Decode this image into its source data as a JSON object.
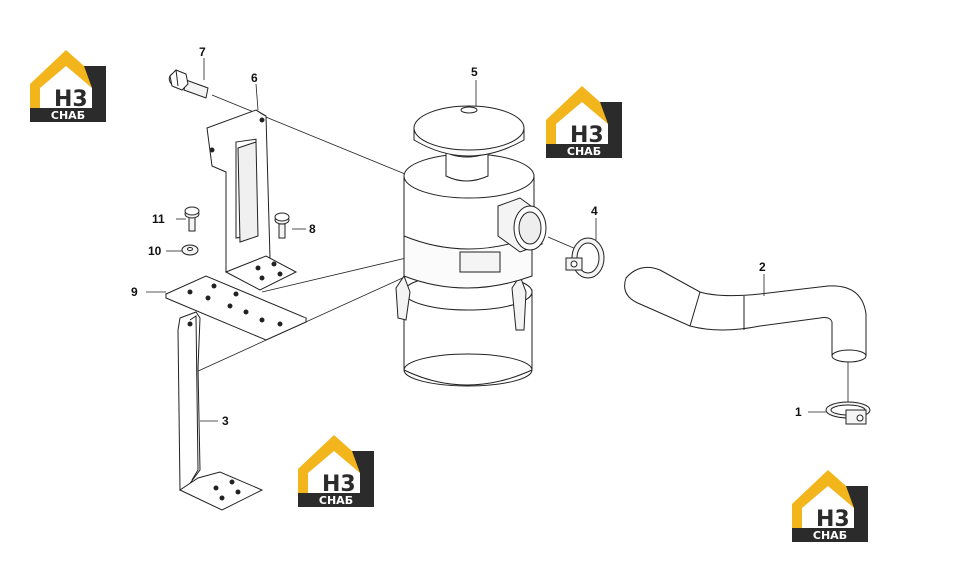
{
  "callouts": {
    "p1": "1",
    "p2": "2",
    "p3": "3",
    "p4": "4",
    "p5": "5",
    "p6": "6",
    "p7": "7",
    "p8": "8",
    "p9": "9",
    "p10": "10",
    "p11": "11"
  },
  "watermark": {
    "letters": "H3",
    "caption": "СНАБ"
  },
  "colors": {
    "logo_yellow": "#f2b51c",
    "logo_dark": "#2b2b2b",
    "line": "#222222",
    "fill_light": "#f4f4f4"
  }
}
